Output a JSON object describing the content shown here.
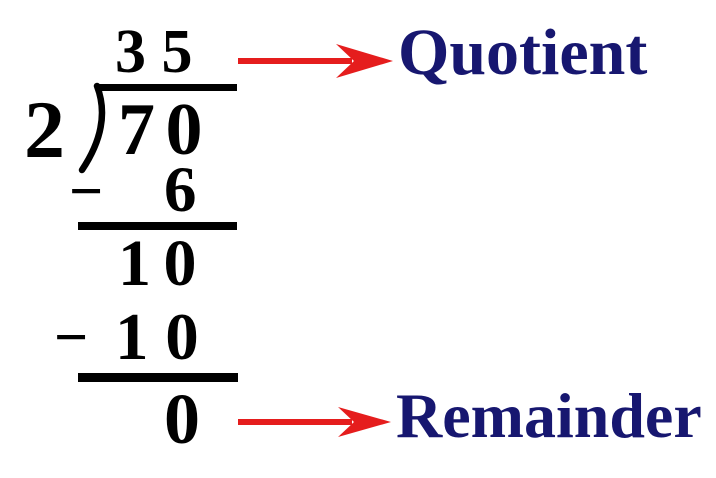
{
  "colors": {
    "background": "#ffffff",
    "ink": "#000000",
    "arrow": "#e51d1d",
    "label": "#171770"
  },
  "division": {
    "quotient_digits": "3 5",
    "divisor": "2",
    "dividend": "7 0",
    "minus_sign_1": "−",
    "subtrahend_1": "6",
    "partial_remainder": "1 0",
    "minus_sign_2": "−",
    "subtrahend_2": "1 0",
    "final_remainder": "0"
  },
  "annotations": {
    "quotient_label": "Quotient",
    "remainder_label": "Remainder"
  }
}
